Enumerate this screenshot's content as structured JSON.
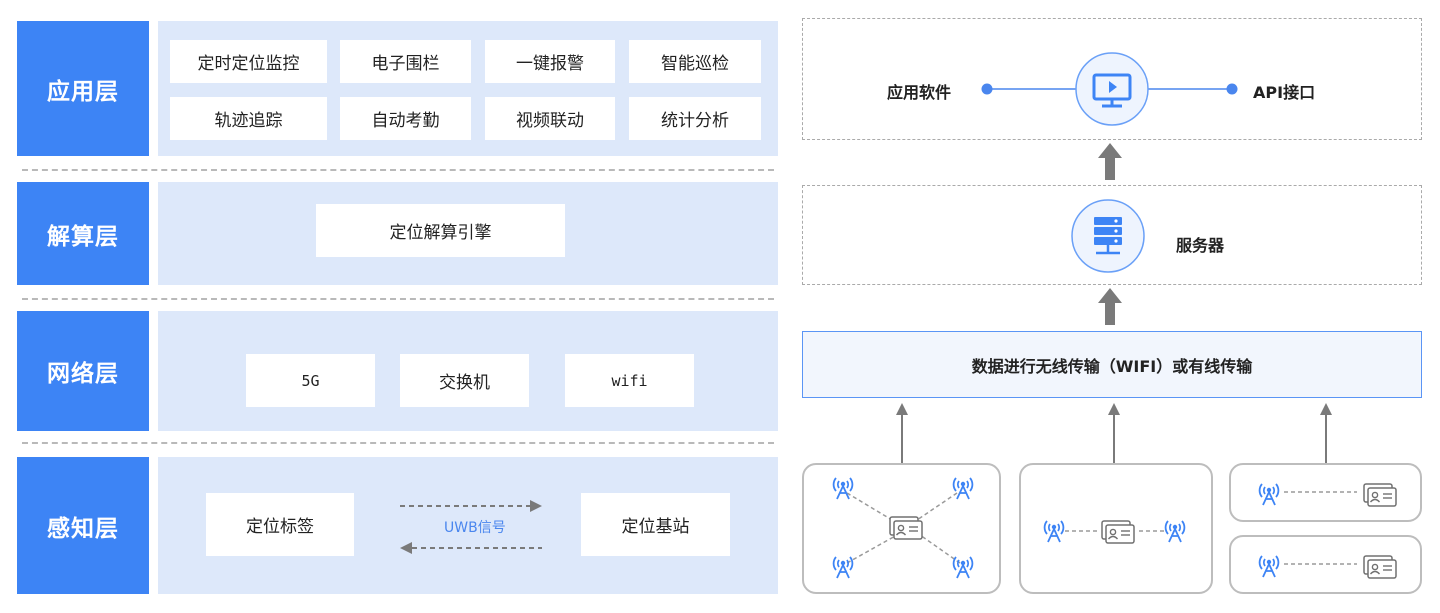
{
  "layers": {
    "application": {
      "label": "应用层",
      "items": [
        "定时定位监控",
        "电子围栏",
        "一键报警",
        "智能巡检",
        "轨迹追踪",
        "自动考勤",
        "视频联动",
        "统计分析"
      ]
    },
    "calculation": {
      "label": "解算层",
      "item": "定位解算引擎"
    },
    "network": {
      "label": "网络层",
      "items": [
        "5G",
        "交换机",
        "wifi"
      ]
    },
    "perception": {
      "label": "感知层",
      "tag": "定位标签",
      "station": "定位基站",
      "signal": "UWB信号"
    }
  },
  "right": {
    "top": {
      "left_label": "应用软件",
      "right_label": "API接口",
      "icon": "monitor-icon"
    },
    "server": {
      "label": "服务器",
      "icon": "server-icon"
    },
    "transmission": "数据进行无线传输（WIFI）或有线传输",
    "icons": {
      "antenna": "antenna-icon",
      "tag": "id-card-icon"
    }
  },
  "colors": {
    "accent": "#3d84f5",
    "panel": "#dde8fa",
    "arrow": "#7a7a7a"
  }
}
